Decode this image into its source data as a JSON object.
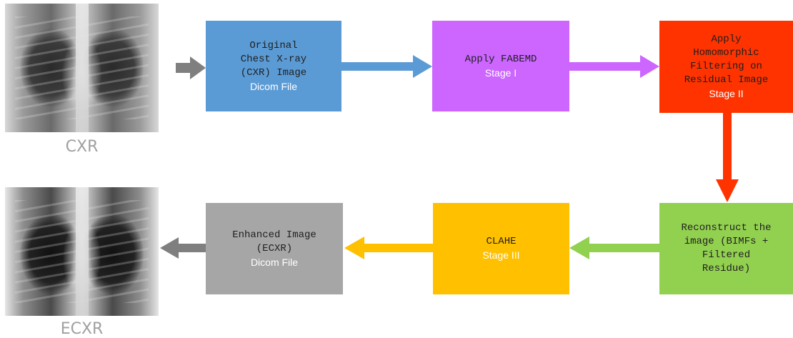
{
  "images": {
    "input_label": "CXR",
    "output_label": "ECXR"
  },
  "boxes": {
    "original": {
      "text": "Original\nChest X-ray\n(CXR) Image",
      "sub": "Dicom File",
      "color": "#5B9BD5",
      "text_color": "#1f1f1f",
      "sub_color": "#ffffff"
    },
    "fabemd": {
      "text": "Apply FABEMD",
      "sub": "Stage I",
      "color": "#CC66FF",
      "text_color": "#1f1f1f",
      "sub_color": "#ffffff"
    },
    "homomorphic": {
      "text": "Apply\nHomomorphic\nFiltering on\nResidual Image",
      "sub": "Stage II",
      "color": "#FF3300",
      "text_color": "#1f1f1f",
      "sub_color": "#ffffff"
    },
    "reconstruct": {
      "text": "Reconstruct the\nimage (BIMFs +\nFiltered\nResidue)",
      "sub": "",
      "color": "#92D050",
      "text_color": "#1f1f1f",
      "sub_color": "#ffffff"
    },
    "clahe": {
      "text": "CLAHE",
      "sub": "Stage III",
      "color": "#FFC000",
      "text_color": "#1f1f1f",
      "sub_color": "#ffffff"
    },
    "enhanced": {
      "text": "Enhanced Image\n(ECXR)",
      "sub": "Dicom File",
      "color": "#A6A6A6",
      "text_color": "#1f1f1f",
      "sub_color": "#ffffff"
    }
  },
  "arrow_colors": {
    "gray": "#7F7F7F",
    "blue": "#5B9BD5",
    "violet": "#CC66FF",
    "red": "#FF3300",
    "green": "#92D050",
    "yellow": "#FFC000"
  }
}
